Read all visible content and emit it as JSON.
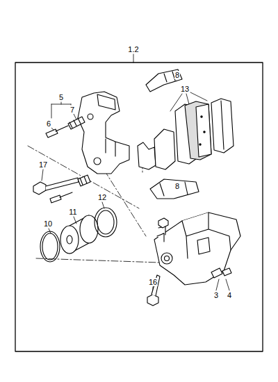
{
  "diagram": {
    "labels": [
      "1.2",
      "5",
      "7",
      "6",
      "8",
      "13",
      "17",
      "8",
      "11",
      "12",
      "10",
      "16",
      "3",
      "4"
    ]
  }
}
